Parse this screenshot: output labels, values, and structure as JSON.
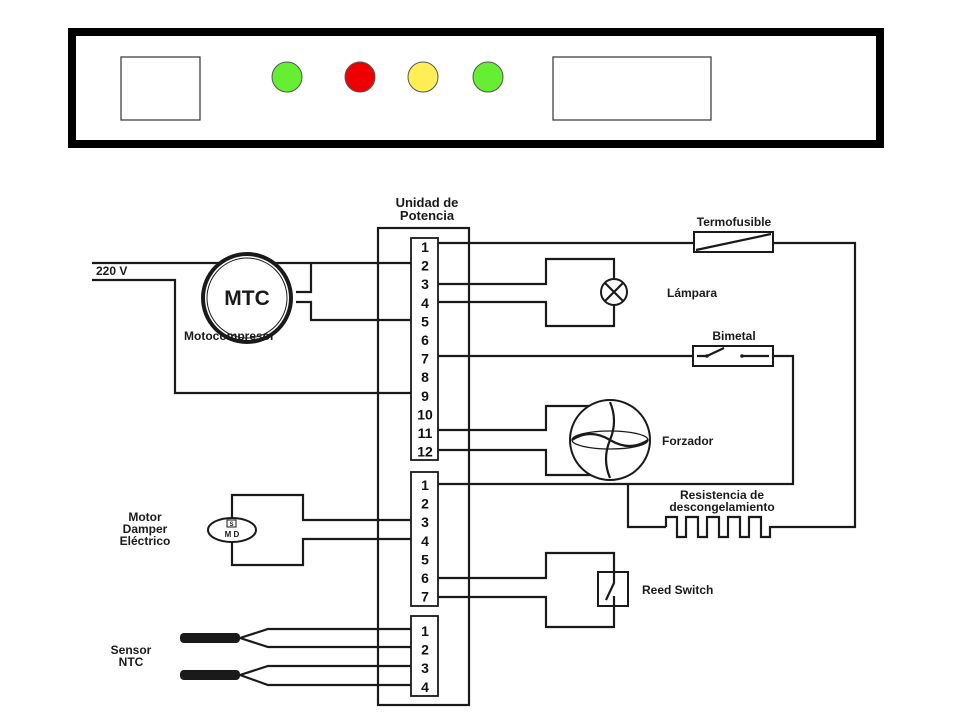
{
  "panel": {
    "lights": [
      {
        "name": "indicator-light-green-1",
        "color": "#66ee33"
      },
      {
        "name": "indicator-light-red",
        "color": "#ee0000"
      },
      {
        "name": "indicator-light-yellow",
        "color": "#ffee55"
      },
      {
        "name": "indicator-light-green-2",
        "color": "#66ee33"
      }
    ]
  },
  "labels": {
    "unit_title_1": "Unidad de",
    "unit_title_2": "Potencia",
    "supply": "220 V",
    "mtc": "MTC",
    "motocompresor": "Motocompresor",
    "termofusible": "Termofusible",
    "lampara": "Lámpara",
    "bimetal": "Bimetal",
    "forzador": "Forzador",
    "resistencia_1": "Resistencia de",
    "resistencia_2": "descongelamiento",
    "motor_1": "Motor",
    "motor_2": "Damper",
    "motor_3": "Eléctrico",
    "md_top": "S",
    "md_bottom": "M D",
    "reed": "Reed Switch",
    "sensor_1": "Sensor",
    "sensor_2": "NTC"
  },
  "connectors": {
    "block1": [
      "1",
      "2",
      "3",
      "4",
      "5",
      "6",
      "7",
      "8",
      "9",
      "10",
      "11",
      "12"
    ],
    "block2": [
      "1",
      "2",
      "3",
      "4",
      "5",
      "6",
      "7"
    ],
    "block3": [
      "1",
      "2",
      "3",
      "4"
    ]
  }
}
